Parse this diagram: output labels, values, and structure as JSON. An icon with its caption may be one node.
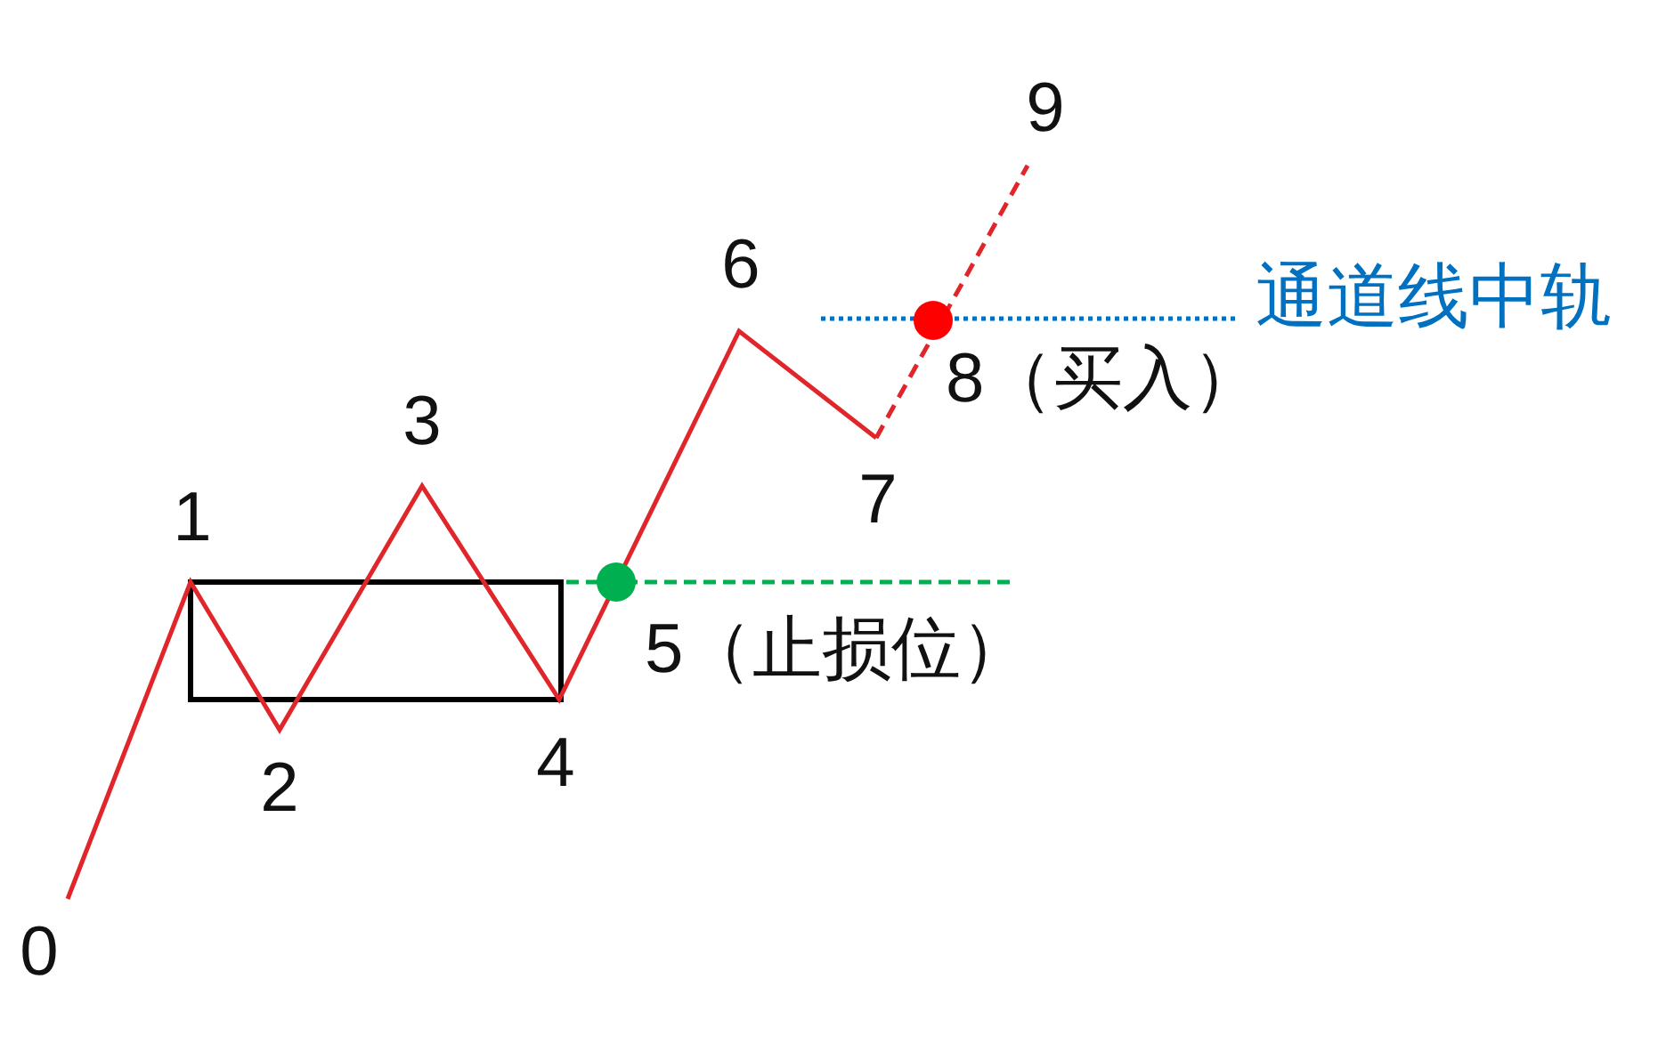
{
  "diagram": {
    "nodes": [
      {
        "text": [],
        "shape": "box"
      }
    ],
    "labels": [
      "0",
      "1",
      "2",
      "3",
      "4",
      "5（止损位）",
      "6",
      "7",
      "8（买入）",
      "9",
      "通道线中轨"
    ]
  }
}
